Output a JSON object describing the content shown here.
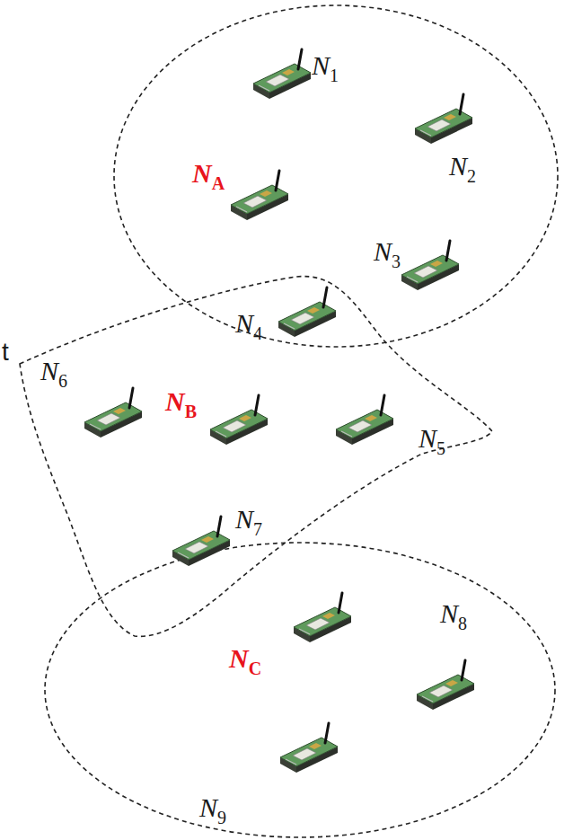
{
  "diagram": {
    "labels": [
      "N1",
      "NA",
      "N2",
      "N3",
      "t",
      "N4",
      "N6",
      "NB",
      "N5",
      "N7",
      "N8",
      "NC",
      "N9"
    ]
  }
}
